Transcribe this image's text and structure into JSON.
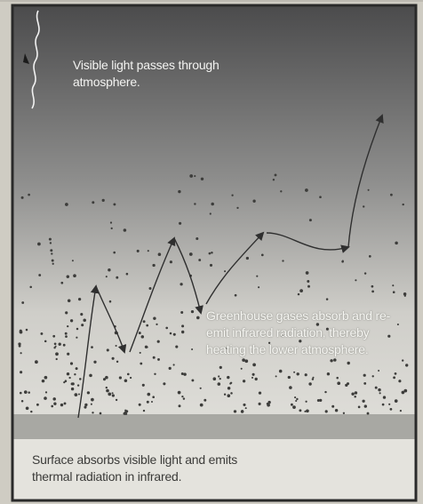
{
  "captions": {
    "visible_light": "Visible light passes through atmosphere.",
    "greenhouse": "Greenhouse gases absorb and re-emit infrared radiation, thereby heating the lower atmosphere.",
    "surface": "Surface absorbs visible light and emits thermal radiation in infrared."
  },
  "colors": {
    "sky_top": "#4b4b4c",
    "sky_bottom": "#e9e8e3",
    "surface_band": "#a8a8a3",
    "border": "#2a2a2a",
    "arrow": "#2f2f2f",
    "particle": "#3d3d3b"
  },
  "icons": {
    "incoming_light": "wavy-line-icon",
    "radiation": "arrow-icon",
    "gas": "dot-icon"
  }
}
